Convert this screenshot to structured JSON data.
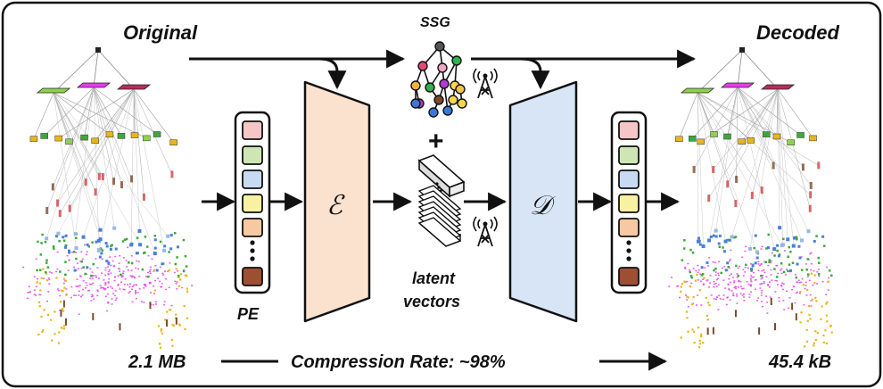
{
  "labels": {
    "original": "Original",
    "decoded": "Decoded",
    "ssg": "SSG",
    "pe": "PE",
    "encoder": "ℰ",
    "decoder": "𝒟",
    "plus": "+",
    "latent_line1": "latent",
    "latent_line2": "vectors",
    "size_original": "2.1 MB",
    "compression": "Compression Rate: ~98%",
    "size_decoded": "45.4 kB"
  },
  "colors": {
    "encoder_fill": "#fbe2cf",
    "decoder_fill": "#d7e5f7",
    "pe_cells": [
      "#f6c6c6",
      "#cfe6b4",
      "#c8daf1",
      "#f7f1a1",
      "#f7c9a2",
      "#9c4f33"
    ],
    "ssg_nodes": [
      "#e04b6e",
      "#f2b33a",
      "#2fb24f",
      "#b43bd0",
      "#7d4a2a",
      "#3a78d8",
      "#f6d64e",
      "#f3a6c6"
    ],
    "scene_magenta": "#e53de8",
    "scene_yellow": "#e9b61a",
    "scene_green": "#3ca83a",
    "scene_blue": "#4b7fd8"
  },
  "icons": [
    "antenna-icon",
    "antenna-icon",
    "scene-graph-icon",
    "latent-stack-icon"
  ]
}
